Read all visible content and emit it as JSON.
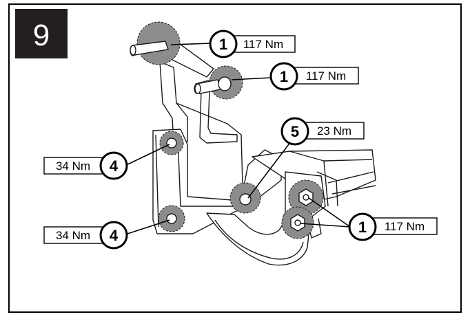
{
  "step": {
    "number": "9"
  },
  "callouts": [
    {
      "id": "c1",
      "ref": "1",
      "torque": "117 Nm"
    },
    {
      "id": "c2",
      "ref": "1",
      "torque": "117 Nm"
    },
    {
      "id": "c3",
      "ref": "5",
      "torque": "23 Nm"
    },
    {
      "id": "c4",
      "ref": "4",
      "torque": "34 Nm"
    },
    {
      "id": "c5",
      "ref": "4",
      "torque": "34 Nm"
    },
    {
      "id": "c6",
      "ref": "1",
      "torque": "117 Nm"
    }
  ],
  "colors": {
    "frame": "#000000",
    "step_badge_bg": "#231f20",
    "step_badge_text": "#ffffff",
    "highlight": "#8c8c8c",
    "line": "#1a1a1a"
  }
}
